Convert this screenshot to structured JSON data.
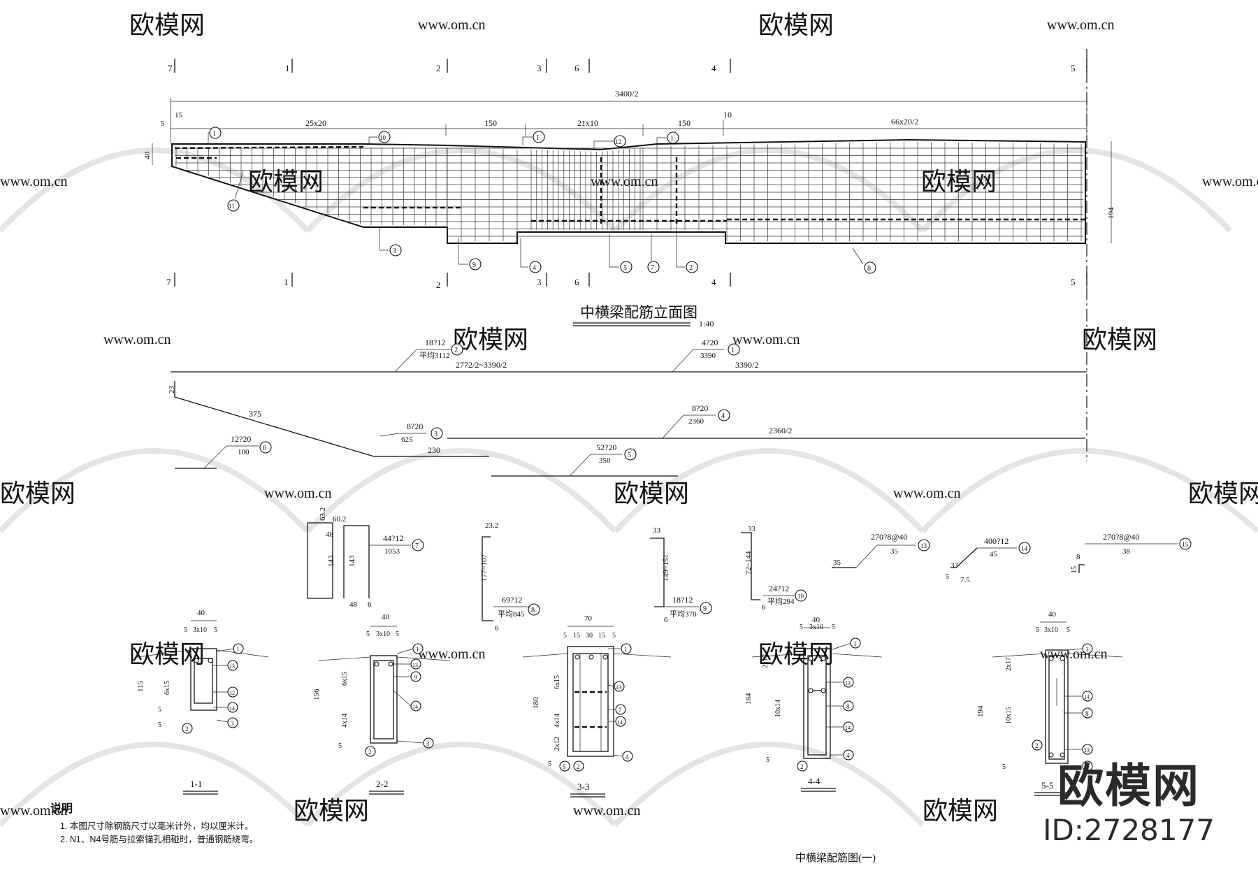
{
  "watermark": {
    "logo": "欧模网",
    "site": "www.om.cn"
  },
  "elevation": {
    "title": "中横梁配筋立面图",
    "scale": "1:40",
    "section_marks": [
      "7",
      "1",
      "2",
      "3",
      "6",
      "4",
      "5"
    ],
    "total_dim": "3400/2",
    "dims": {
      "d15": "15",
      "d5": "5",
      "d25x20": "25x20",
      "d150a": "150",
      "d21x10": "21x10",
      "d150b": "150",
      "d10": "10",
      "d66x20": "66x20/2",
      "h40": "40",
      "h194": "194"
    }
  },
  "bar_details": {
    "b1": {
      "spec": "4?20",
      "len": "3390",
      "total": "3390/2"
    },
    "b2": {
      "spec": "18?12",
      "len": "平均3112",
      "total": "2772/2~3390/2"
    },
    "b3": {
      "spec": "8?20",
      "len": "625",
      "a": "375",
      "b": "230",
      "h": "23"
    },
    "b4": {
      "spec": "8?20",
      "len": "2360",
      "total": "2360/2"
    },
    "b5": {
      "spec": "52?20",
      "len": "350"
    },
    "b6": {
      "spec": "12?20",
      "len": "100"
    },
    "b7": {
      "spec": "44?12",
      "len": "1053",
      "d632": "63.2",
      "d602": "60.2",
      "d48a": "48",
      "d143a": "143",
      "d143b": "143",
      "d48b": "48",
      "d6": "6"
    },
    "b8": {
      "spec": "69?12",
      "len": "平均845",
      "d232": "23.2",
      "d177": "177~107",
      "d6": "6"
    },
    "b9": {
      "spec": "18?12",
      "len": "平均378",
      "d33": "33",
      "d149": "149~151",
      "d6": "6"
    },
    "b10": {
      "spec": "24?12",
      "len": "平均294",
      "d33": "33",
      "d72": "72~144",
      "d6": "6"
    },
    "b13": {
      "spec": "270?8@40",
      "len": "35",
      "d35": "35"
    },
    "b14": {
      "spec": "400?12",
      "len": "45",
      "d33": "33",
      "d5": "5",
      "d75": "7.5"
    },
    "b15": {
      "spec": "270?8@40",
      "len": "38",
      "d8": "8",
      "d15": "15"
    }
  },
  "sections": [
    {
      "label": "1-1",
      "top": "40",
      "sub": [
        "5",
        "3x10",
        "5"
      ],
      "height": "115",
      "rows": "6x15",
      "extra": "5",
      "bottom": "5",
      "tags": [
        "1",
        "13",
        "12",
        "14",
        "3",
        "2"
      ]
    },
    {
      "label": "2-2",
      "top": "40",
      "sub": [
        "5",
        "3x10",
        "5"
      ],
      "height": "156",
      "rows": "6x15",
      "extra": "4x14",
      "bottom": "5",
      "tags": [
        "1",
        "13",
        "9",
        "14",
        "3",
        "2"
      ]
    },
    {
      "label": "3-3",
      "top": "70",
      "sub": [
        "5",
        "15",
        "30",
        "15",
        "5"
      ],
      "height": "180",
      "rows": "6x15",
      "extra": "4x14",
      "low": "2x12",
      "bottom": "5",
      "tags": [
        "1",
        "13",
        "7",
        "14",
        "4",
        "5",
        "2"
      ]
    },
    {
      "label": "4-4",
      "top": "40",
      "sub": [
        "5",
        "3x10",
        "5"
      ],
      "height": "184",
      "rows": "2x17",
      "extra": "10x14",
      "bottom": "5",
      "tags": [
        "1",
        "13",
        "8",
        "14",
        "4",
        "2"
      ]
    },
    {
      "label": "5-5",
      "top": "40",
      "sub": [
        "5",
        "3x10",
        "5"
      ],
      "height": "194",
      "rows": "2x17",
      "extra": "10x15",
      "bottom": "5",
      "tags": [
        "1",
        "14",
        "8",
        "13",
        "4",
        "2"
      ]
    }
  ],
  "notes": {
    "title": "说明",
    "items": [
      "1. 本图尺寸除钢筋尺寸以毫米计外，均以厘米计。",
      "2. N1、N4号筋与拉索锚孔相碰时，普通钢筋绕弯。"
    ]
  },
  "sheet_title": "中横梁配筋图(一)",
  "brand": {
    "logo": "欧模网",
    "id": "ID:2728177"
  }
}
